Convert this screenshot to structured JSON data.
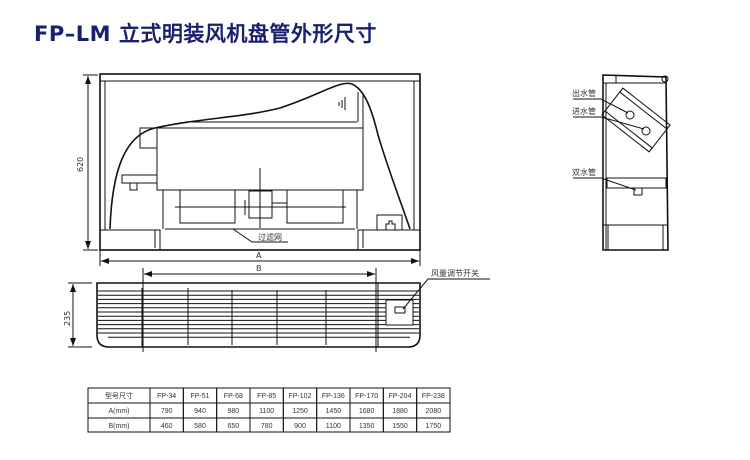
{
  "title": "FP–LM 立式明装风机盘管外形尺寸",
  "labels": {
    "height_dim": "620",
    "dim_a": "A",
    "dim_b": "B",
    "filter": "过滤网",
    "depth_dim": "235",
    "air_switch": "风量调节开关",
    "outlet_pipe": "出水管",
    "inlet_pipe": "进水管",
    "drain_pipe": "双水管"
  },
  "table": {
    "header": [
      "型号尺寸",
      "FP-34",
      "FP-51",
      "FP-68",
      "FP-85",
      "FP-102",
      "FP-136",
      "FP-170",
      "FP-204",
      "FP-238"
    ],
    "rows": [
      [
        "A(mm)",
        "790",
        "940",
        "980",
        "1100",
        "1250",
        "1450",
        "1680",
        "1880",
        "2080"
      ],
      [
        "B(mm)",
        "460",
        "580",
        "650",
        "780",
        "900",
        "1100",
        "1350",
        "1550",
        "1750"
      ]
    ]
  }
}
